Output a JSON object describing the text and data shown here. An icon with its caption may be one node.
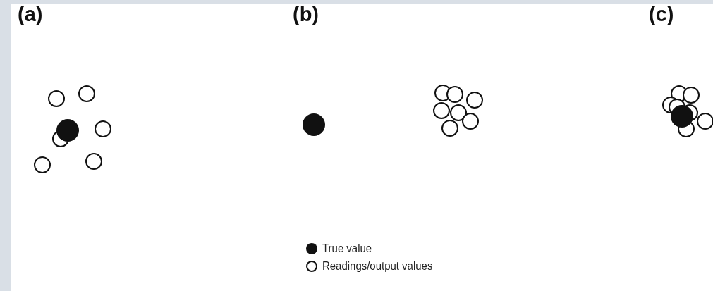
{
  "diagram": {
    "labels": [
      "(a)",
      "(b)",
      "(c)"
    ],
    "legend": [
      {
        "text": "True value"
      },
      {
        "text": "Readings/output values"
      }
    ]
  }
}
